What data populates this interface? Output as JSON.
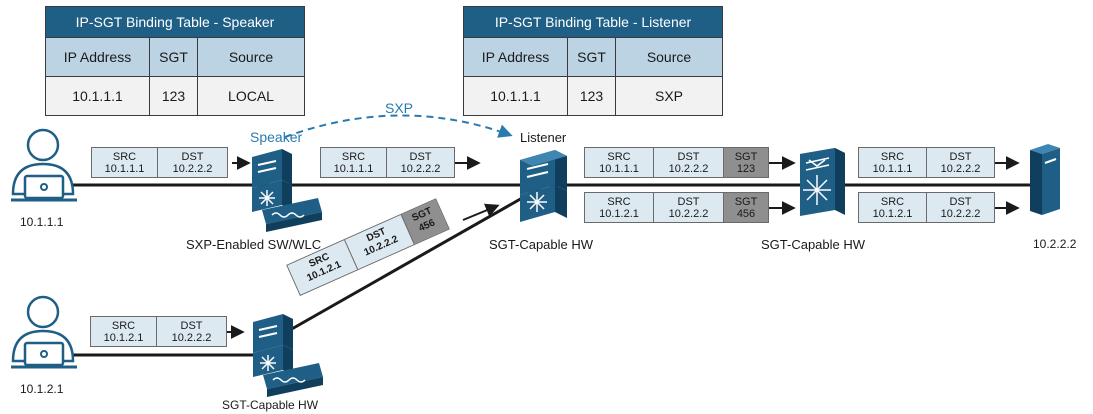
{
  "tables": {
    "speaker": {
      "title": "IP-SGT Binding Table - Speaker",
      "headers": [
        "IP Address",
        "SGT",
        "Source"
      ],
      "row": [
        "10.1.1.1",
        "123",
        "LOCAL"
      ]
    },
    "listener": {
      "title": "IP-SGT Binding Table - Listener",
      "headers": [
        "IP Address",
        "SGT",
        "Source"
      ],
      "row": [
        "10.1.1.1",
        "123",
        "SXP"
      ]
    }
  },
  "labels": {
    "sxp": "SXP",
    "speaker": "Speaker",
    "listener": "Listener",
    "host1_ip": "10.1.1.1",
    "host2_ip": "10.1.2.1",
    "server_ip": "10.2.2.2",
    "sxp_switch": "SXP-Enabled SW/WLC",
    "sgt_hw_center": "SGT-Capable HW",
    "sgt_hw_right": "SGT-Capable HW",
    "sgt_hw_bottom": "SGT-Capable HW"
  },
  "packets": {
    "p1": {
      "src_label": "SRC",
      "src": "10.1.1.1",
      "dst_label": "DST",
      "dst": "10.2.2.2"
    },
    "p2": {
      "src_label": "SRC",
      "src": "10.1.1.1",
      "dst_label": "DST",
      "dst": "10.2.2.2"
    },
    "p3": {
      "src_label": "SRC",
      "src": "10.1.1.1",
      "dst_label": "DST",
      "dst": "10.2.2.2",
      "sgt_label": "SGT",
      "sgt": "123"
    },
    "p4": {
      "src_label": "SRC",
      "src": "10.1.1.1",
      "dst_label": "DST",
      "dst": "10.2.2.2"
    },
    "p5": {
      "src_label": "SRC",
      "src": "10.1.2.1",
      "dst_label": "DST",
      "dst": "10.2.2.2",
      "sgt_label": "SGT",
      "sgt": "456"
    },
    "p6": {
      "src_label": "SRC",
      "src": "10.1.2.1",
      "dst_label": "DST",
      "dst": "10.2.2.2"
    },
    "p7": {
      "src_label": "SRC",
      "src": "10.1.2.1",
      "dst_label": "DST",
      "dst": "10.2.2.2"
    },
    "p8": {
      "src_label": "SRC",
      "src": "10.1.2.1",
      "dst_label": "DST",
      "dst": "10.2.2.2",
      "sgt_label": "SGT",
      "sgt": "456"
    }
  },
  "colors": {
    "cisco_blue": "#1f5f86",
    "header_light": "#bcd3e4",
    "packet_fill": "#dde9f1",
    "sgt_fill": "#8f8f8f",
    "sxp_arrow": "#2a7ab0"
  }
}
